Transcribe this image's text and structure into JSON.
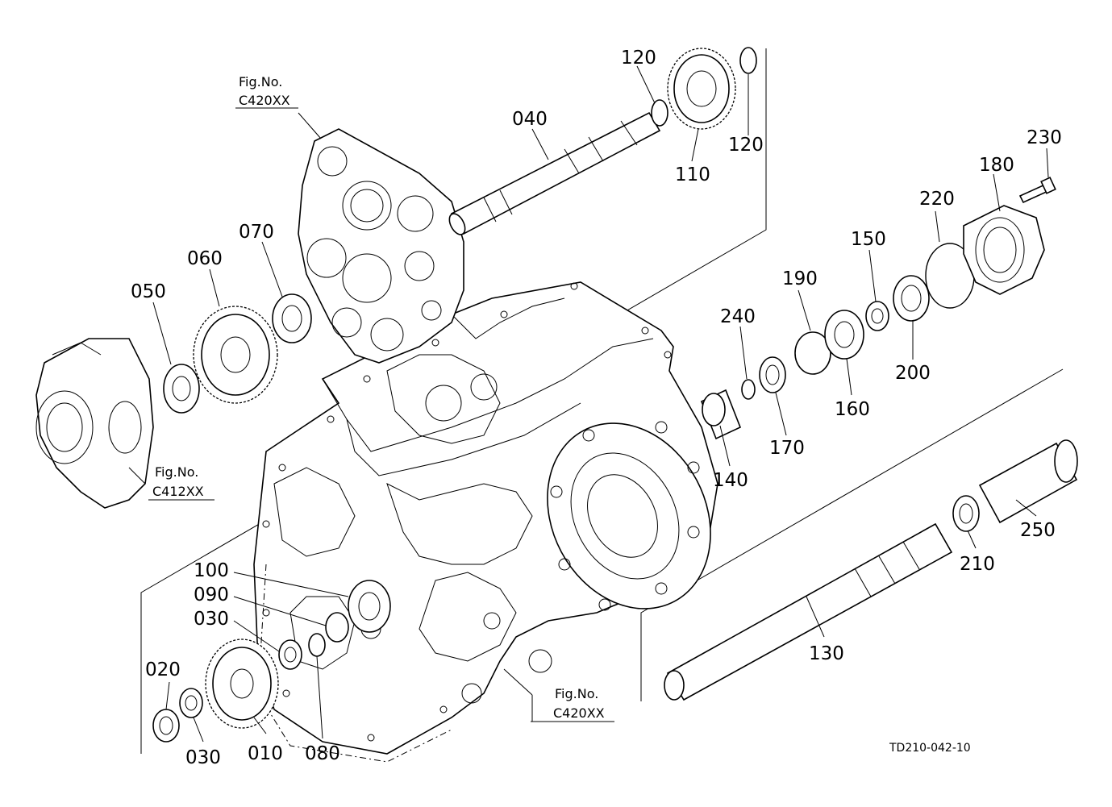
{
  "diagram": {
    "drawing_code": "TD210-042-10",
    "fig_refs": [
      {
        "line1": "Fig.No.",
        "line2": "C420XX"
      },
      {
        "line1": "Fig.No.",
        "line2": "C412XX"
      },
      {
        "line1": "Fig.No.",
        "line2": "C420XX"
      }
    ],
    "part_labels": [
      "120",
      "120",
      "040",
      "110",
      "230",
      "180",
      "220",
      "070",
      "060",
      "050",
      "150",
      "190",
      "240",
      "160",
      "200",
      "170",
      "140",
      "250",
      "210",
      "100",
      "090",
      "030",
      "020",
      "030",
      "010",
      "080",
      "130"
    ]
  }
}
